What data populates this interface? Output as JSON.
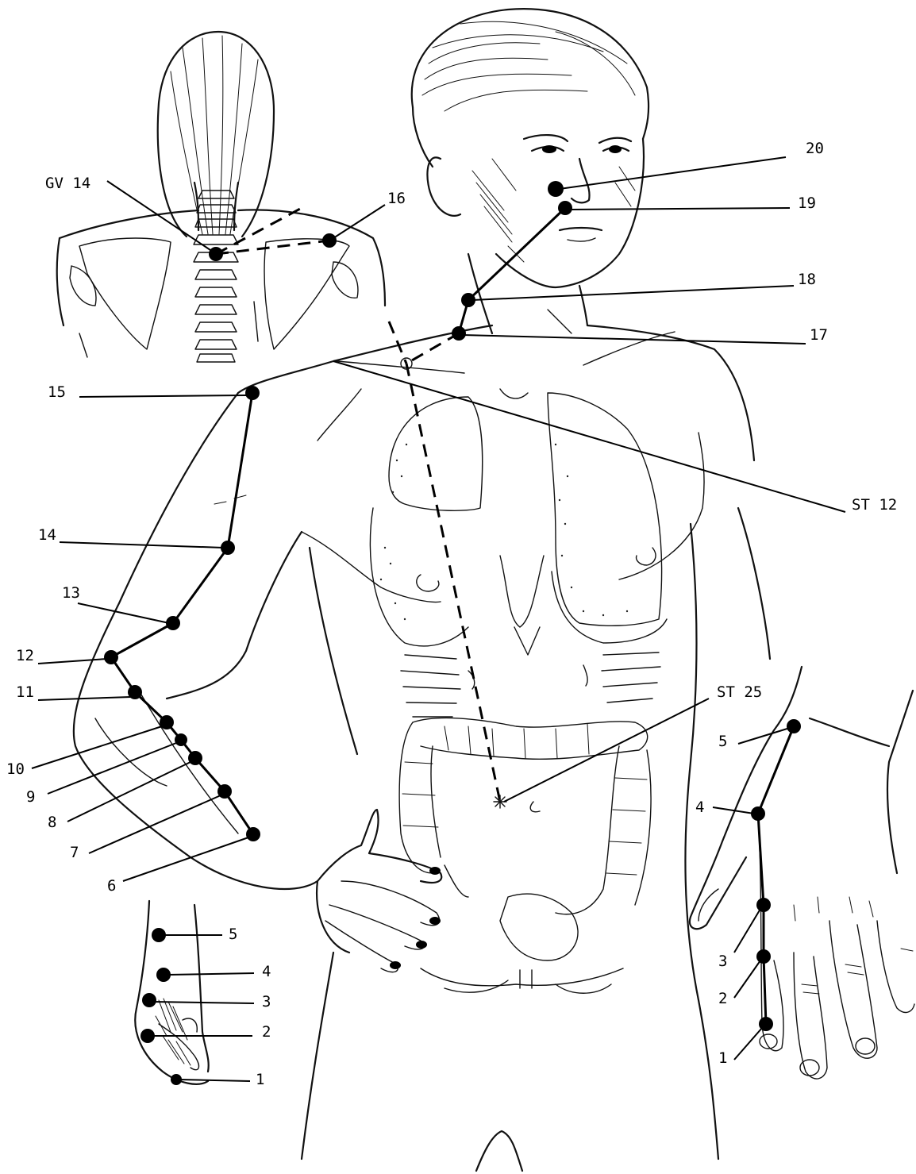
{
  "labels": {
    "gv14": "GV 14",
    "p16": "16",
    "p20": "20",
    "p19": "19",
    "p18": "18",
    "p17": "17",
    "p15": "15",
    "st12": "ST 12",
    "p14": "14",
    "p13": "13",
    "p12": "12",
    "p11": "11",
    "p10": "10",
    "p9": "9",
    "p8": "8",
    "p7": "7",
    "p6": "6",
    "st25": "ST 25",
    "hand_right": [
      "5",
      "4",
      "3",
      "2",
      "1"
    ],
    "hand_left": [
      "5",
      "4",
      "3",
      "2",
      "1"
    ]
  },
  "colors": {
    "ink": "#111111",
    "background": "#ffffff"
  }
}
